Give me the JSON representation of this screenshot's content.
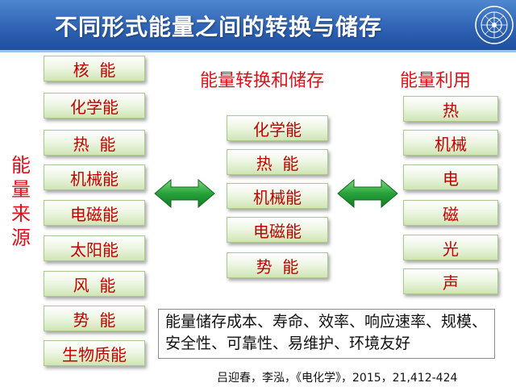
{
  "header": {
    "title": "不同形式能量之间的转换与储存"
  },
  "colors": {
    "header_blue": "#2f63b4",
    "label_red": "#e0101a",
    "box_green": "#cfe5b5",
    "arrow_green": "#1e8c2e"
  },
  "icons": {
    "logo": "cas-emblem-icon",
    "left_arrow": "double-arrow-icon",
    "right_arrow": "double-arrow-icon"
  },
  "left_label": "能量来源",
  "sources": [
    "核  能",
    "化学能",
    "热  能",
    "机械能",
    "电磁能",
    "太阳能",
    "风  能",
    "势  能",
    "生物质能"
  ],
  "conversion": {
    "title": "能量转换和储存",
    "items": [
      "化学能",
      "热  能",
      "机械能",
      "电磁能",
      "势  能"
    ]
  },
  "usage": {
    "title": "能量利用",
    "items": [
      "热",
      "机械",
      "电",
      "磁",
      "光",
      "声"
    ]
  },
  "note": "能量储存成本、寿命、效率、响应速率、规模、安全性、可靠性、易维护、环境友好",
  "citation": "吕迎春，李泓，《电化学》，2015，21,412-424"
}
